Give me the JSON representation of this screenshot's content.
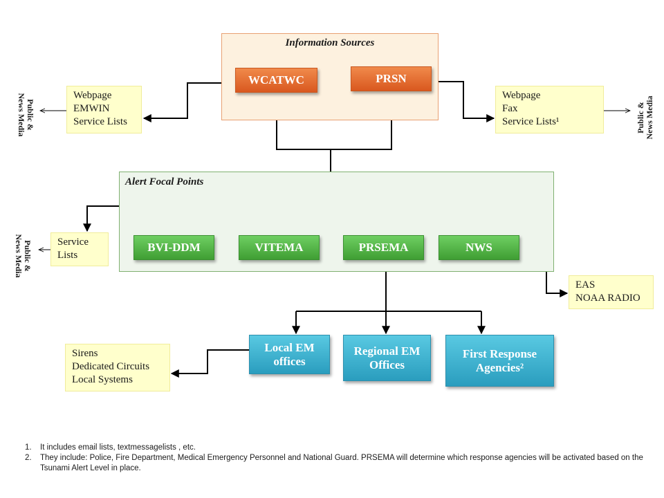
{
  "regions": {
    "information_sources": {
      "title": "Information Sources"
    },
    "alert_focal_points": {
      "title": "Alert Focal Points"
    }
  },
  "nodes": {
    "wcatwc": "WCATWC",
    "prsn": "PRSN",
    "bvi_ddm": "BVI-DDM",
    "vitema": "VITEMA",
    "prsema": "PRSEMA",
    "nws": "NWS",
    "local_em": [
      "Local EM",
      "offices"
    ],
    "regional_em": [
      "Regional EM",
      "Offices"
    ],
    "first_response": [
      "First Response",
      "Agencies²"
    ]
  },
  "notes": {
    "left_top": [
      "Webpage",
      "EMWIN",
      "Service Lists"
    ],
    "right_top": [
      "Webpage",
      "Fax",
      "Service Lists¹"
    ],
    "left_mid": [
      "Service",
      "Lists"
    ],
    "right_mid": [
      "EAS",
      "NOAA RADIO"
    ],
    "left_bottom": [
      "Sirens",
      "Dedicated Circuits",
      "Local Systems"
    ]
  },
  "audience_label": [
    "Public &",
    "News Media"
  ],
  "footnotes": [
    {
      "num": "1.",
      "text": "It includes email lists, textmessagelists , etc."
    },
    {
      "num": "2.",
      "text": "They include: Police,  Fire Department, Medical Emergency Personnel and  National Guard.  PRSEMA will determine which response agencies will be activated based on the Tsunami Alert Level in place."
    }
  ],
  "colors": {
    "info_region_fill": "#fdf1df",
    "info_region_border": "#e8a071",
    "alert_region_fill": "#eef5ec",
    "alert_region_border": "#7fb070",
    "note_fill": "#ffffcc"
  }
}
